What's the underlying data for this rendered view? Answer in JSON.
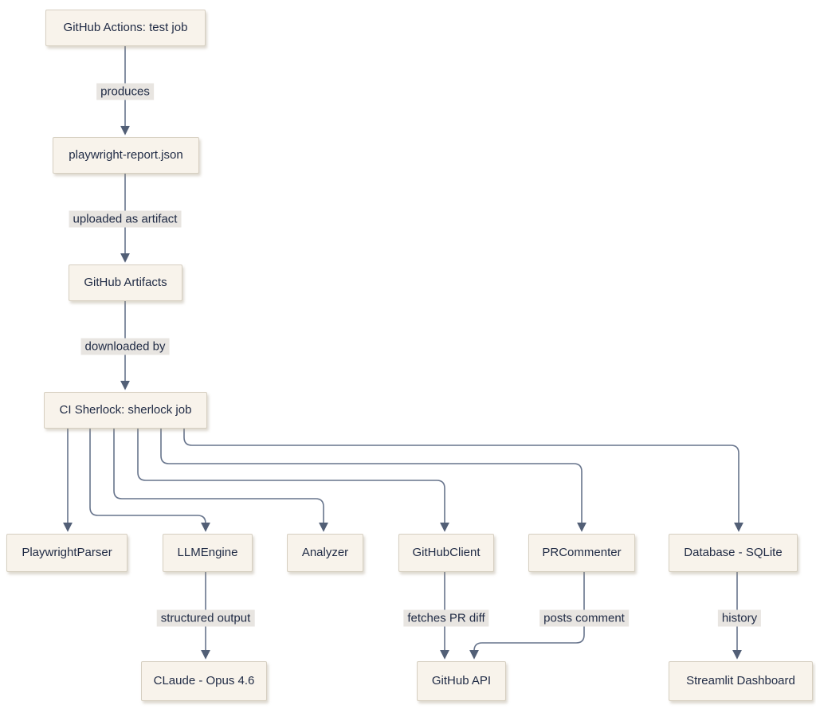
{
  "diagram": {
    "type": "flowchart",
    "direction": "top-down",
    "nodes": [
      {
        "id": "github_actions",
        "label": "GitHub Actions: test job"
      },
      {
        "id": "playwright_report",
        "label": "playwright-report.json"
      },
      {
        "id": "github_artifacts",
        "label": "GitHub Artifacts"
      },
      {
        "id": "ci_sherlock",
        "label": "CI Sherlock: sherlock job"
      },
      {
        "id": "playwright_parser",
        "label": "PlaywrightParser"
      },
      {
        "id": "llm_engine",
        "label": "LLMEngine"
      },
      {
        "id": "analyzer",
        "label": "Analyzer"
      },
      {
        "id": "github_client",
        "label": "GitHubClient"
      },
      {
        "id": "pr_commenter",
        "label": "PRCommenter"
      },
      {
        "id": "database_sqlite",
        "label": "Database - SQLite"
      },
      {
        "id": "claude",
        "label": "CLaude - Opus 4.6"
      },
      {
        "id": "github_api",
        "label": "GitHub API"
      },
      {
        "id": "streamlit",
        "label": "Streamlit Dashboard"
      }
    ],
    "edges": [
      {
        "from": "github_actions",
        "to": "playwright_report",
        "label": "produces"
      },
      {
        "from": "playwright_report",
        "to": "github_artifacts",
        "label": "uploaded as artifact"
      },
      {
        "from": "github_artifacts",
        "to": "ci_sherlock",
        "label": "downloaded by"
      },
      {
        "from": "ci_sherlock",
        "to": "playwright_parser",
        "label": ""
      },
      {
        "from": "ci_sherlock",
        "to": "llm_engine",
        "label": ""
      },
      {
        "from": "ci_sherlock",
        "to": "analyzer",
        "label": ""
      },
      {
        "from": "ci_sherlock",
        "to": "github_client",
        "label": ""
      },
      {
        "from": "ci_sherlock",
        "to": "pr_commenter",
        "label": ""
      },
      {
        "from": "ci_sherlock",
        "to": "database_sqlite",
        "label": ""
      },
      {
        "from": "llm_engine",
        "to": "claude",
        "label": "structured output"
      },
      {
        "from": "github_client",
        "to": "github_api",
        "label": "fetches PR diff"
      },
      {
        "from": "pr_commenter",
        "to": "github_api",
        "label": "posts comment"
      },
      {
        "from": "database_sqlite",
        "to": "streamlit",
        "label": "history"
      }
    ],
    "colors": {
      "canvas": "#ffffff",
      "node_fill": "#f8f3eb",
      "node_border": "#d6cfc1",
      "node_text": "#1f2a44",
      "edge_line": "#67748c",
      "arrowhead": "#525f76",
      "edge_label_bg": "#e8e5e1"
    }
  }
}
